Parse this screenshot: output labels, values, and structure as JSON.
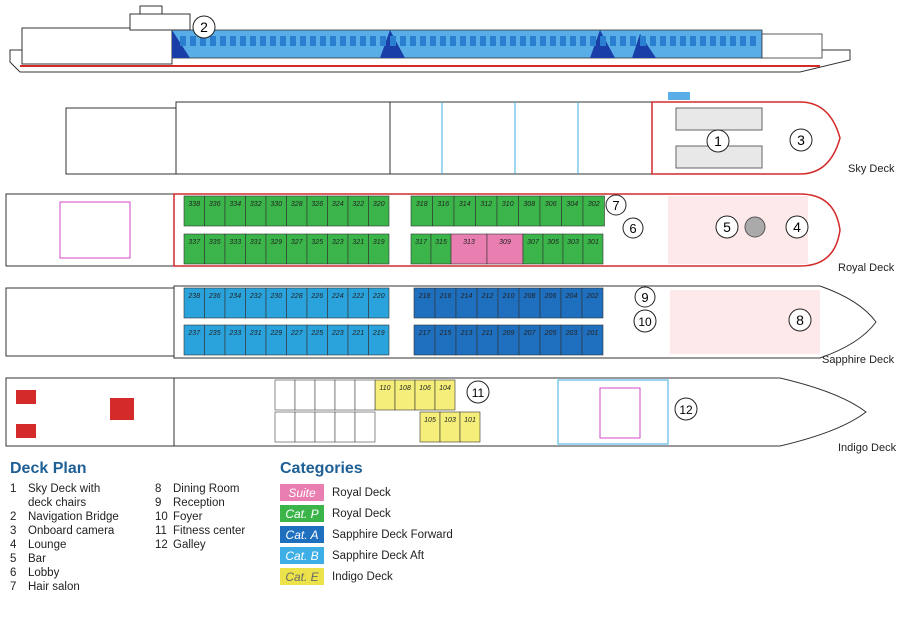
{
  "decks": {
    "sky": "Sky Deck",
    "royal": "Royal Deck",
    "sapphire": "Sapphire Deck",
    "indigo": "Indigo Deck"
  },
  "royal_cabins": {
    "top_a": [
      "338",
      "336",
      "334",
      "332",
      "330",
      "328",
      "326",
      "324",
      "322",
      "320"
    ],
    "top_b": [
      "318",
      "316",
      "314",
      "312",
      "310",
      "308",
      "306",
      "304",
      "302"
    ],
    "bot_a": [
      "337",
      "335",
      "333",
      "331",
      "329",
      "327",
      "325",
      "323",
      "321",
      "319"
    ],
    "bot_b": [
      "317",
      "315",
      "313",
      "309",
      "307",
      "305",
      "303",
      "301"
    ]
  },
  "sapphire_cabins": {
    "top_a": [
      "238",
      "236",
      "234",
      "232",
      "230",
      "228",
      "226",
      "224",
      "222",
      "220"
    ],
    "top_b": [
      "218",
      "216",
      "214",
      "212",
      "210",
      "208",
      "206",
      "204",
      "202"
    ],
    "bot_a": [
      "237",
      "235",
      "233",
      "231",
      "229",
      "227",
      "225",
      "223",
      "221",
      "219"
    ],
    "bot_b": [
      "217",
      "215",
      "213",
      "211",
      "209",
      "207",
      "205",
      "203",
      "201"
    ]
  },
  "indigo_cabins": {
    "top": [
      "110",
      "108",
      "106",
      "104"
    ],
    "bot": [
      "105",
      "103",
      "101"
    ]
  },
  "markers": [
    "1",
    "2",
    "3",
    "4",
    "5",
    "6",
    "7",
    "8",
    "9",
    "10",
    "11",
    "12"
  ],
  "legend": {
    "title": "Deck Plan",
    "col1": [
      {
        "n": "1",
        "t": "Sky Deck with\ndeck chairs"
      },
      {
        "n": "2",
        "t": "Navigation Bridge"
      },
      {
        "n": "3",
        "t": "Onboard camera"
      },
      {
        "n": "4",
        "t": "Lounge"
      },
      {
        "n": "5",
        "t": "Bar"
      },
      {
        "n": "6",
        "t": "Lobby"
      },
      {
        "n": "7",
        "t": "Hair salon"
      }
    ],
    "col2": [
      {
        "n": "8",
        "t": "Dining Room"
      },
      {
        "n": "9",
        "t": "Reception"
      },
      {
        "n": "10",
        "t": "Foyer"
      },
      {
        "n": "11",
        "t": "Fitness center"
      },
      {
        "n": "12",
        "t": "Galley"
      }
    ]
  },
  "categories": {
    "title": "Categories",
    "items": [
      {
        "code": "Suite",
        "deck": "Royal Deck",
        "color": "#e87fb0"
      },
      {
        "code": "Cat. P",
        "deck": "Royal Deck",
        "color": "#3bb54a"
      },
      {
        "code": "Cat. A",
        "deck": "Sapphire Deck Forward",
        "color": "#1f6fbf"
      },
      {
        "code": "Cat. B",
        "deck": "Sapphire Deck Aft",
        "color": "#3eaee6"
      },
      {
        "code": "Cat. E",
        "deck": "Indigo Deck",
        "color": "#ece24a"
      }
    ]
  },
  "colors": {
    "royal_cabin": "#3bb54a",
    "suite": "#e87fb0",
    "sapphire_aft": "#2aa3dc",
    "sapphire_fwd": "#1f6fbf",
    "indigo_cabin": "#f5ee7a",
    "hull_red": "#d42a2a",
    "heading_blue": "#1e5f96",
    "side_blue": "#5aaee8"
  }
}
